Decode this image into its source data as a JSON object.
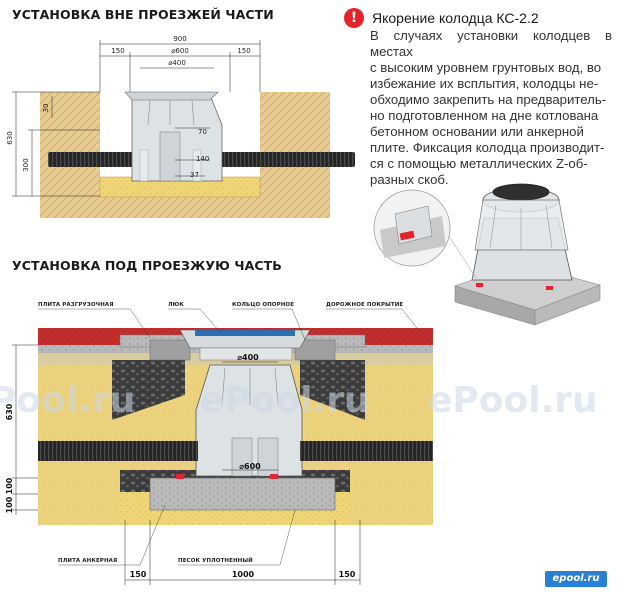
{
  "section_top": {
    "title": "УСТАНОВКА ВНЕ ПРОЕЗЖЕЙ ЧАСТИ"
  },
  "section_bottom": {
    "title": "УСТАНОВКА ПОД ПРОЕЗЖУЮ ЧАСТЬ"
  },
  "note": {
    "icon": "!",
    "title": "Якорение колодца КС-2.2",
    "lines": [
      "В случаях установки колодцев в местах",
      "с высоким уровнем грунтовых вод, во",
      "избежание их всплытия, колодцы не-",
      "обходимо закрепить на предваритель-",
      "но подготовленном на дне котлована",
      "бетонном основании или анкерной",
      "плите. Фиксация колодца производит-",
      "ся с помощью металлических Z-об-",
      "разных скоб."
    ]
  },
  "top_dims": {
    "d900": "900",
    "d150_left": "150",
    "d150_right": "150",
    "d600": "⌀600",
    "d400": "⌀400",
    "h630": "630",
    "h300": "300",
    "h30": "30",
    "d70": "70",
    "d140": "140",
    "d37": "37"
  },
  "bottom_labels": {
    "plate_unload": "ПЛИТА РАЗГРУЗОЧНАЯ",
    "hatch": "ЛЮК",
    "ring": "КОЛЬЦО ОПОРНОЕ",
    "road": "ДОРОЖНОЕ ПОКРЫТИЕ",
    "plate_anchor": "ПЛИТА АНКЕРНАЯ",
    "sand": "ПЕСОК УПЛОТНЕННЫЙ"
  },
  "bottom_dims": {
    "d400": "⌀400",
    "d600": "⌀600",
    "h630": "630",
    "h100a": "100",
    "h100b": "100",
    "w150_left": "150",
    "w1000": "1000",
    "w150_right": "150"
  },
  "watermarks": [
    "Pool.ru",
    "ePool.ru",
    "ePool.ru"
  ],
  "logo": "epool.ru",
  "colors": {
    "sand": "#eed27a",
    "sand_dark": "#d9b65a",
    "soil": "#e6c88c",
    "road": "#c8312f",
    "gravel": "#3f3f3f",
    "pipe": "#2b2b2b",
    "well": "#dfe3e6",
    "accent_red": "#e3252b"
  }
}
